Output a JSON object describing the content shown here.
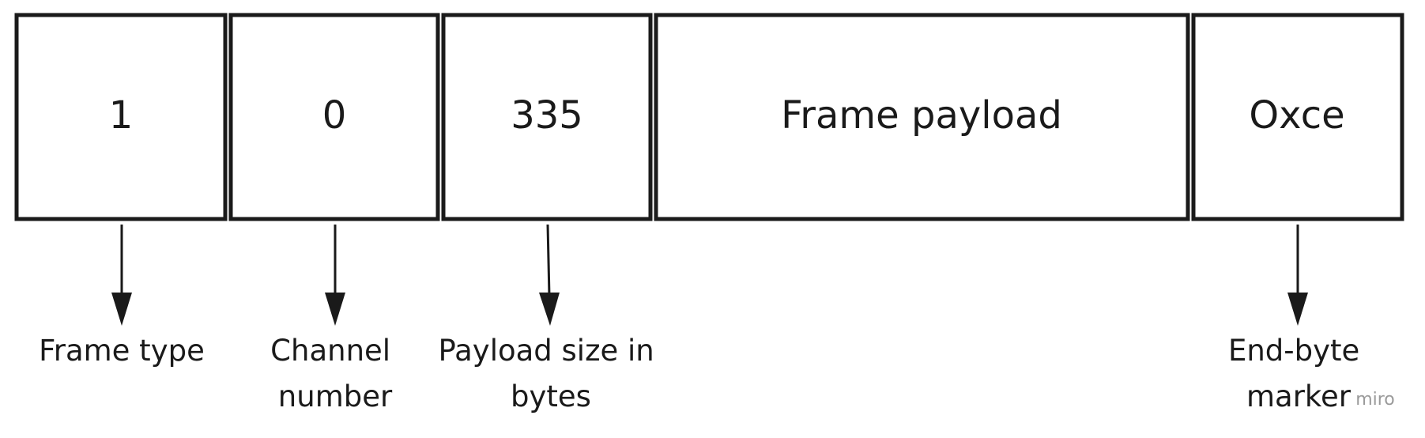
{
  "diagram": {
    "fields": [
      {
        "id": "frame-type",
        "value": "1"
      },
      {
        "id": "channel",
        "value": "0"
      },
      {
        "id": "payload-size",
        "value": "335"
      },
      {
        "id": "payload",
        "value": "Frame payload"
      },
      {
        "id": "end-marker",
        "value": "Oxce"
      }
    ],
    "descriptions": {
      "frame_type": [
        "Frame type"
      ],
      "channel": [
        "Channel",
        "number"
      ],
      "payload_size": [
        "Payload size in",
        "bytes"
      ],
      "end_marker": [
        "End-byte",
        "marker"
      ]
    },
    "colors": {
      "stroke": "#1a1a1a",
      "watermark": "#9a9a9a"
    }
  },
  "watermark": "miro"
}
